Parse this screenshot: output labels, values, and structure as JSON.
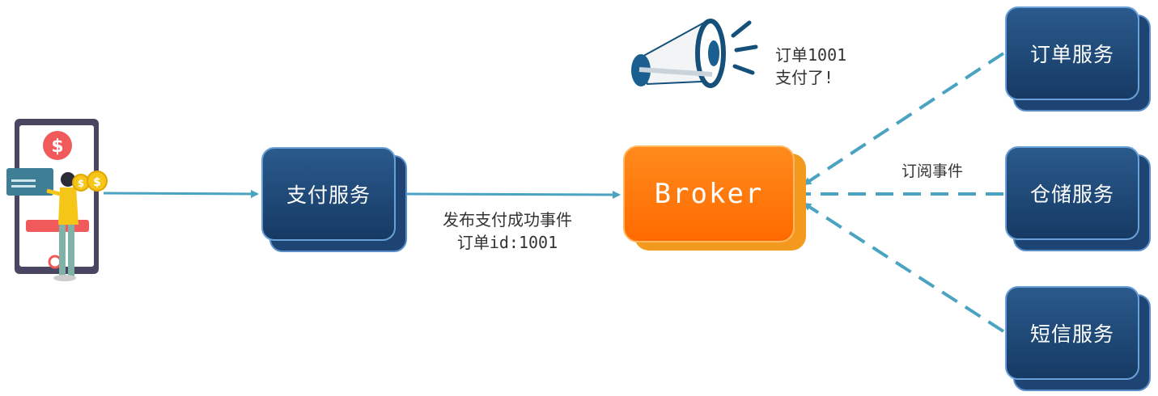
{
  "payment_service": {
    "label": "支付服务"
  },
  "broker": {
    "label": "Broker"
  },
  "publish_event": {
    "line1": "发布支付成功事件",
    "line2": "订单id:1001"
  },
  "announcement": {
    "line1": "订单1001",
    "line2": "支付了!"
  },
  "subscribe_label": "订阅事件",
  "services": [
    {
      "label": "订单服务"
    },
    {
      "label": "仓储服务"
    },
    {
      "label": "短信服务"
    }
  ],
  "colors": {
    "arrow": "#4aa3c0",
    "broker": "#ff6a00",
    "service": "#1d4473",
    "phone": "#4a4661",
    "coin": "#f5c518",
    "dollar_badge": "#f15a5a"
  },
  "icons": [
    "phone-payment-illustration",
    "megaphone-icon"
  ]
}
